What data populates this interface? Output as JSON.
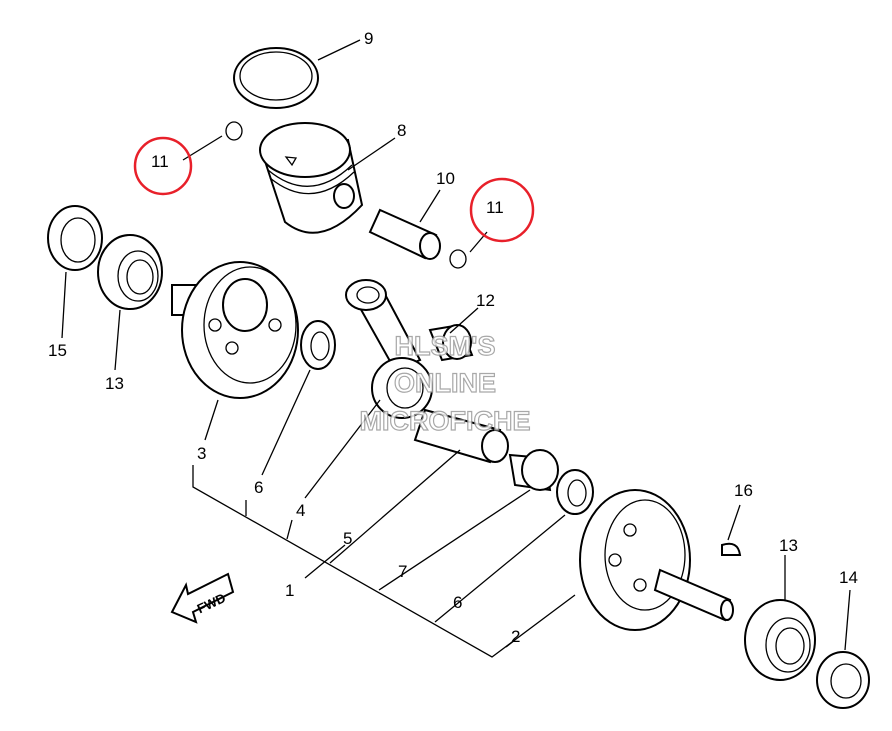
{
  "diagram": {
    "callouts": {
      "c1": "1",
      "c2": "2",
      "c3": "3",
      "c4": "4",
      "c5": "5",
      "c6a": "6",
      "c6b": "6",
      "c7": "7",
      "c8": "8",
      "c9": "9",
      "c10": "10",
      "c11a": "11",
      "c11b": "11",
      "c12": "12",
      "c13a": "13",
      "c13b": "13",
      "c14": "14",
      "c15": "15",
      "c16": "16"
    },
    "fwd_label": "FWD",
    "highlight_color": "#e8202a",
    "watermark": [
      "HLSM'S",
      "ONLINE",
      "MICROFICHE"
    ]
  }
}
